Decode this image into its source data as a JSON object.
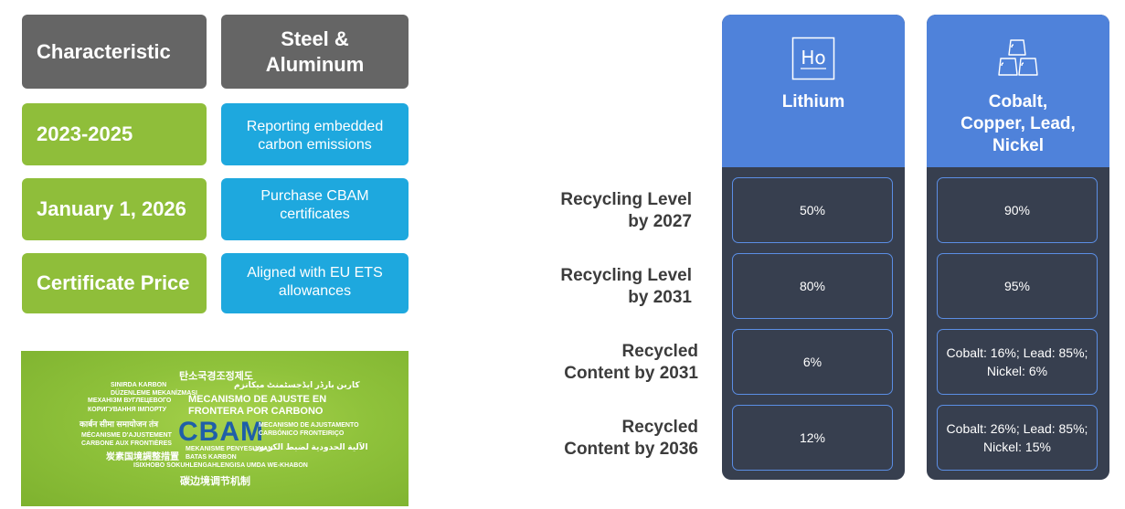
{
  "table": {
    "header": {
      "characteristic": "Characteristic",
      "steel": "Steel & Aluminum"
    },
    "rows": [
      {
        "label": "2023-2025",
        "value": "Reporting embedded carbon emissions"
      },
      {
        "label": "January 1, 2026",
        "value": "Purchase CBAM certificates"
      },
      {
        "label": "Certificate Price",
        "value": "Aligned with EU ETS allowances"
      }
    ]
  },
  "cbam_image": {
    "title": "CBAM",
    "words": [
      "탄소국경조정제도",
      "SINIRDA KARBON DÜZENLEME MEKANİZMASI",
      "کاربن بارڈر ایڈجسٹمنٹ میکانزم",
      "МЕХАНІЗМ ВУГЛЕЦЕВОГО КОРИГУВАННЯ ІМПОРТУ",
      "MECANISMO DE AJUSTE EN FRONTERA POR CARBONO",
      "कार्बन सीमा समायोजन तंत्र",
      "MECANISMO DE AJUSTAMENTO CARBÓNICO FRONTEIRIÇO",
      "MÉCANISME D'AJUSTEMENT CARBONE AUX FRONTIÈRES",
      "MEKANISME PENYESUAIAN BATAS KARBON",
      "الآلية الحدودية لضبط الكربون",
      "炭素国境調整措置",
      "ISIXHOBO SOKUHLENGAHLENGISA UMDA WE-KHABON",
      "碳边境调节机制"
    ]
  },
  "rows": [
    {
      "label_line1": "Recycling Level",
      "label_line2": "by 2027"
    },
    {
      "label_line1": "Recycling Level",
      "label_line2": "by 2031"
    },
    {
      "label_line1": "Recycled",
      "label_line2": "Content by 2031"
    },
    {
      "label_line1": "Recycled",
      "label_line2": "Content by 2036"
    }
  ],
  "columns": [
    {
      "icon": "lithium-element-icon",
      "element_symbol": "Ho",
      "title_lines": [
        "Lithium"
      ],
      "values": [
        "50%",
        "80%",
        "6%",
        "12%"
      ]
    },
    {
      "icon": "metal-ingots-icon",
      "title_lines": [
        "Cobalt,",
        "Copper, Lead,",
        "Nickel"
      ],
      "values": [
        "90%",
        "95%",
        "Cobalt: 16%; Lead: 85%; Nickel: 6%",
        "Cobalt: 26%; Lead: 85%; Nickel: 15%"
      ]
    }
  ],
  "colors": {
    "header_gray": "#656565",
    "green": "#8fbe3a",
    "cyan": "#1ea8de",
    "column_blue": "#4f82da",
    "column_dark": "#373f4f",
    "cell_border": "#5b8ee4"
  }
}
